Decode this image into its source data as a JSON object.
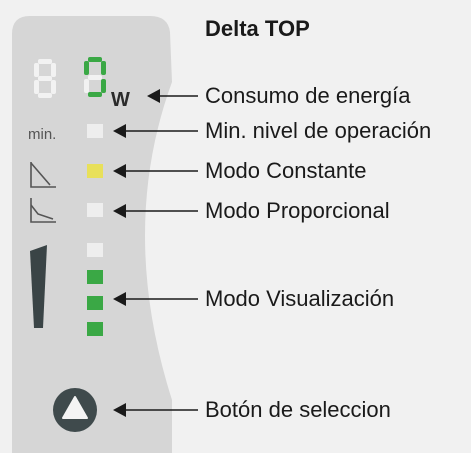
{
  "title": "Delta TOP",
  "panel": {
    "unit_label": "W",
    "min_label": "min.",
    "colors": {
      "panel": "#d6d6d6",
      "led_off": "#eeeeee",
      "led_yellow": "#e8e05a",
      "led_green": "#3aa845",
      "seg_green": "#3aa845",
      "seg_off": "#f2f2f2",
      "button": "#3f4a4c",
      "icon": "#555555"
    },
    "icons": [
      "digital-display-icon",
      "constant-curve-icon",
      "proportional-curve-icon",
      "level-wedge-icon",
      "select-button-icon"
    ],
    "level_leds": [
      "off",
      "green",
      "green",
      "green"
    ]
  },
  "callouts": [
    {
      "id": "power",
      "text": "Consumo de energía"
    },
    {
      "id": "min",
      "text": "Min. nivel de operación"
    },
    {
      "id": "constant",
      "text": "Modo Constante"
    },
    {
      "id": "proportional",
      "text": "Modo Proporcional"
    },
    {
      "id": "display",
      "text": "Modo Visualización"
    },
    {
      "id": "button",
      "text": "Botón de seleccion"
    }
  ]
}
